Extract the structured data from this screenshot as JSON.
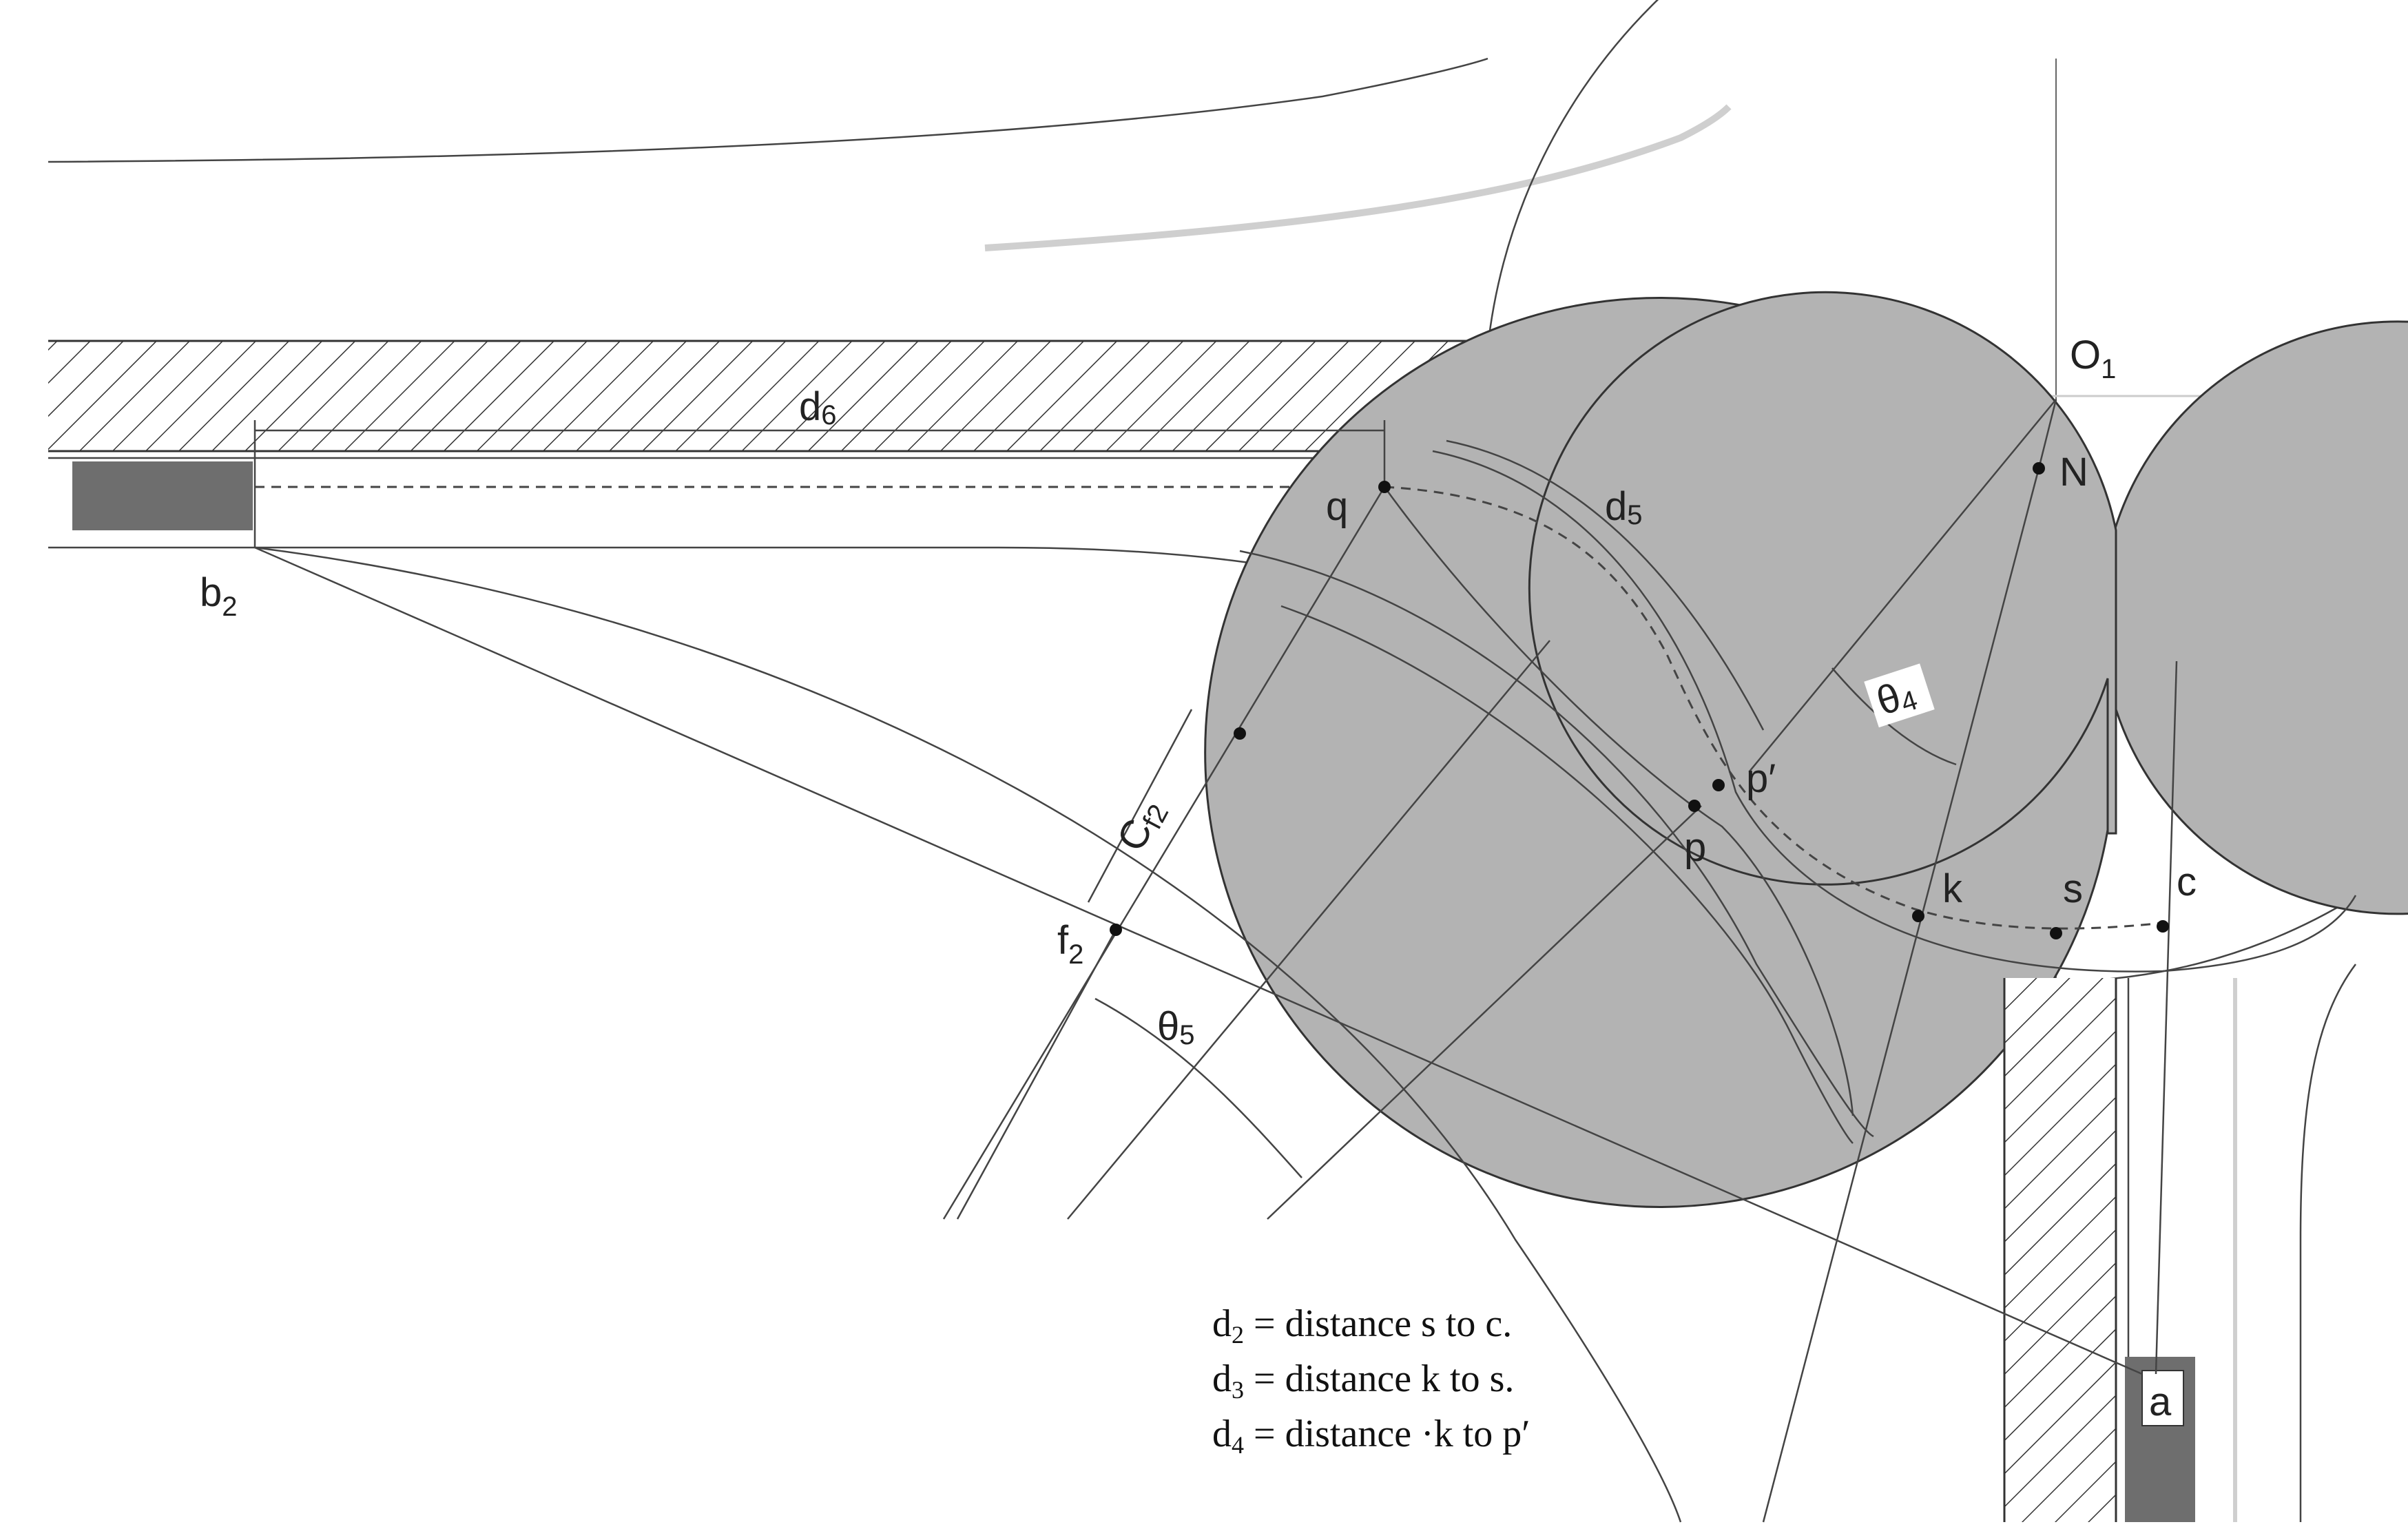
{
  "labels": {
    "O1": {
      "main": "O",
      "sub": "1"
    },
    "N": "N",
    "q": "q",
    "b2": {
      "main": "b",
      "sub": "2"
    },
    "d6": {
      "main": "d",
      "sub": "6"
    },
    "d5": {
      "main": "d",
      "sub": "5"
    },
    "Cf2": {
      "main": "C",
      "sub": "f2"
    },
    "f2": {
      "main": "f",
      "sub": "2"
    },
    "theta5": {
      "main": "θ",
      "sub": "5"
    },
    "theta4": {
      "main": "θ",
      "sub": "4"
    },
    "p_prime": "p′",
    "p": "p",
    "k": "k",
    "s": "s",
    "c": "c",
    "a": "a"
  },
  "formulas": [
    {
      "lhs": "d",
      "sub": "2",
      "rhs": " = distance  s to c."
    },
    {
      "lhs": "d",
      "sub": "3",
      "rhs": " = distance  k to s."
    },
    {
      "lhs": "d",
      "sub": "4",
      "rhs": " = distance ·k to p′"
    }
  ],
  "colors": {
    "island": "#b3b3b3",
    "vehicle": "#6e6e6e",
    "hatch": "#333333"
  }
}
